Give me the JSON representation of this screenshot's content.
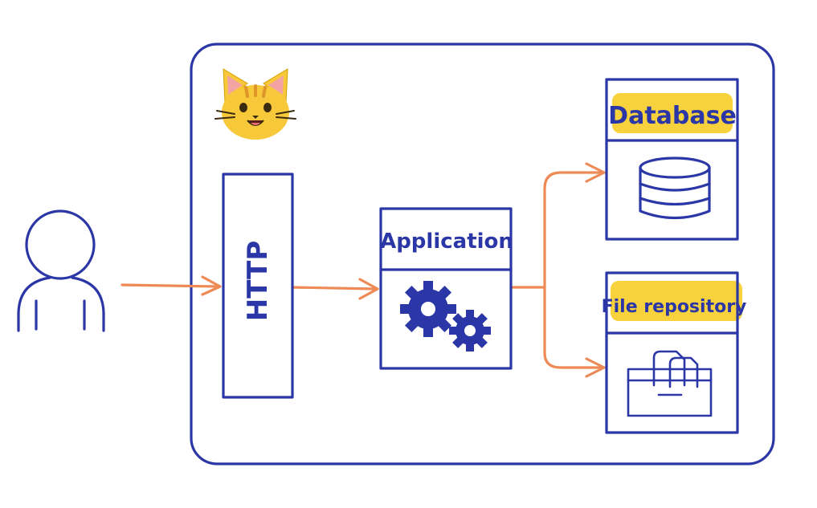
{
  "diagram": {
    "user": {
      "icon": "user-icon"
    },
    "container": {
      "icon": "cat-face-icon"
    },
    "http": {
      "label": "HTTP"
    },
    "application": {
      "label": "Application",
      "icon": "gears-icon"
    },
    "database": {
      "label": "Database",
      "icon": "database-icon"
    },
    "file_repository": {
      "label": "File repository",
      "icon": "file-box-icon"
    },
    "colors": {
      "ink": "#2b37a6",
      "arrow": "#ee8a55",
      "highlight": "#f7d23c",
      "cat": "#f7c83a"
    }
  }
}
